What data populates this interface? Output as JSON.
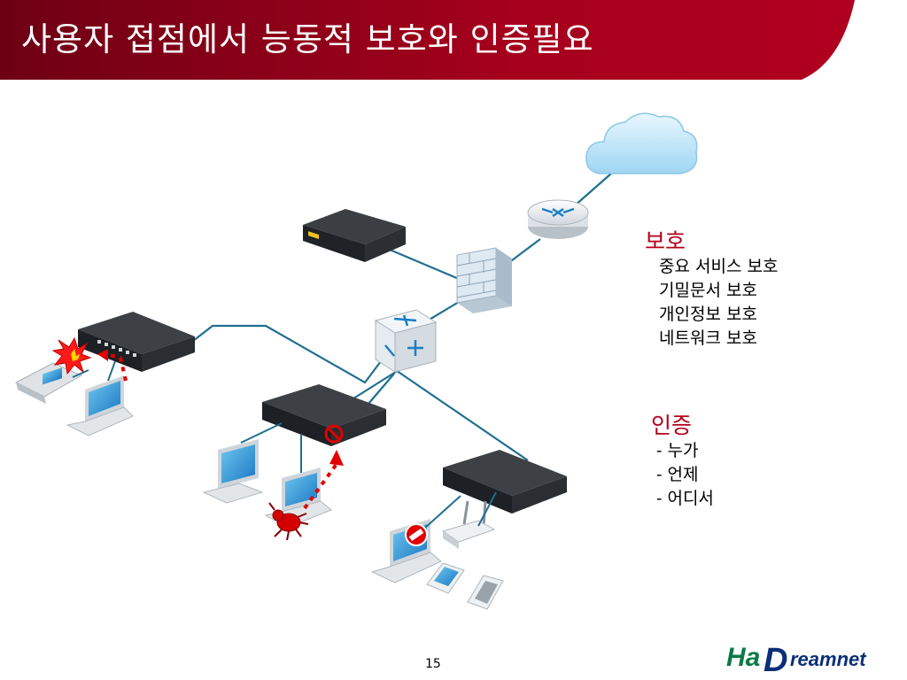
{
  "slide": {
    "title": "사용자 접점에서 능동적 보호와 인증필요",
    "page_number": "15"
  },
  "protect": {
    "heading": "보호",
    "items": [
      "중요 서비스 보호",
      "기밀문서 보호",
      "개인정보 보호",
      "네트워크 보호"
    ]
  },
  "auth": {
    "heading": "인증",
    "items": [
      "- 누가",
      "- 언제",
      "- 어디서"
    ]
  },
  "logo": {
    "text_left": "Ha",
    "text_d": "D",
    "text_right": "reamnet"
  },
  "colors": {
    "title_dark": "#6e0014",
    "title_light": "#a8001e",
    "accent_red": "#b3001b",
    "link_blue": "#1f6f8f"
  }
}
